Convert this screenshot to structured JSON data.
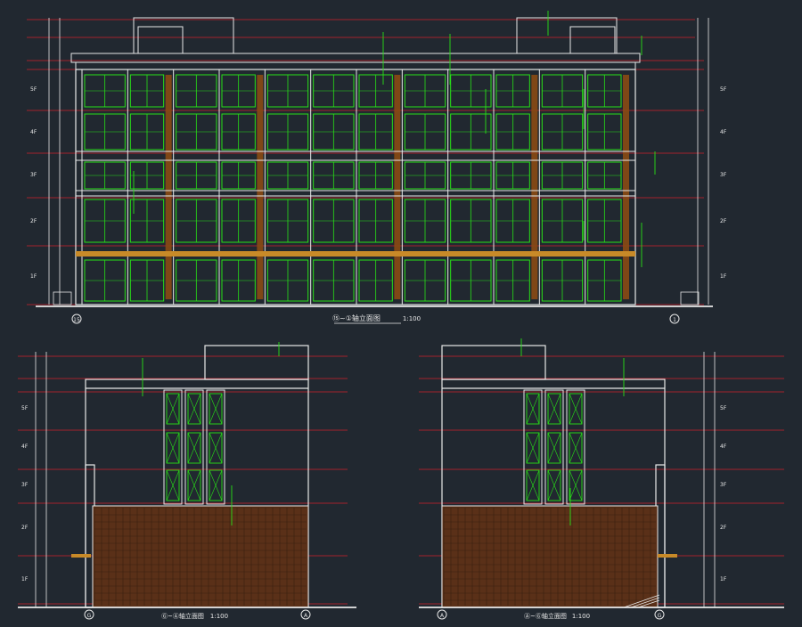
{
  "colors": {
    "background": "#212830",
    "outline": "#e8e8e8",
    "level_line": "#d0202a",
    "glazing": "#27e017",
    "cladding": "#8a4a14",
    "band": "#c88a28",
    "annotation": "#27e017"
  },
  "front_elevation": {
    "title": "⑮~①轴立面图",
    "scale": "1:100",
    "axis_left": "15",
    "axis_right": "1",
    "floors": [
      "5F",
      "4F",
      "3F",
      "2F",
      "1F"
    ]
  },
  "left_elevation": {
    "title": "Ⓖ~Ⓐ轴立面图",
    "scale": "1:100",
    "axis_left": "G",
    "axis_right": "A",
    "floors": [
      "5F",
      "4F",
      "3F",
      "2F",
      "1F"
    ]
  },
  "right_elevation": {
    "title": "Ⓐ~Ⓖ轴立面图",
    "scale": "1:100",
    "axis_left": "A",
    "axis_right": "G",
    "floors": [
      "5F",
      "4F",
      "3F",
      "2F",
      "1F"
    ]
  }
}
